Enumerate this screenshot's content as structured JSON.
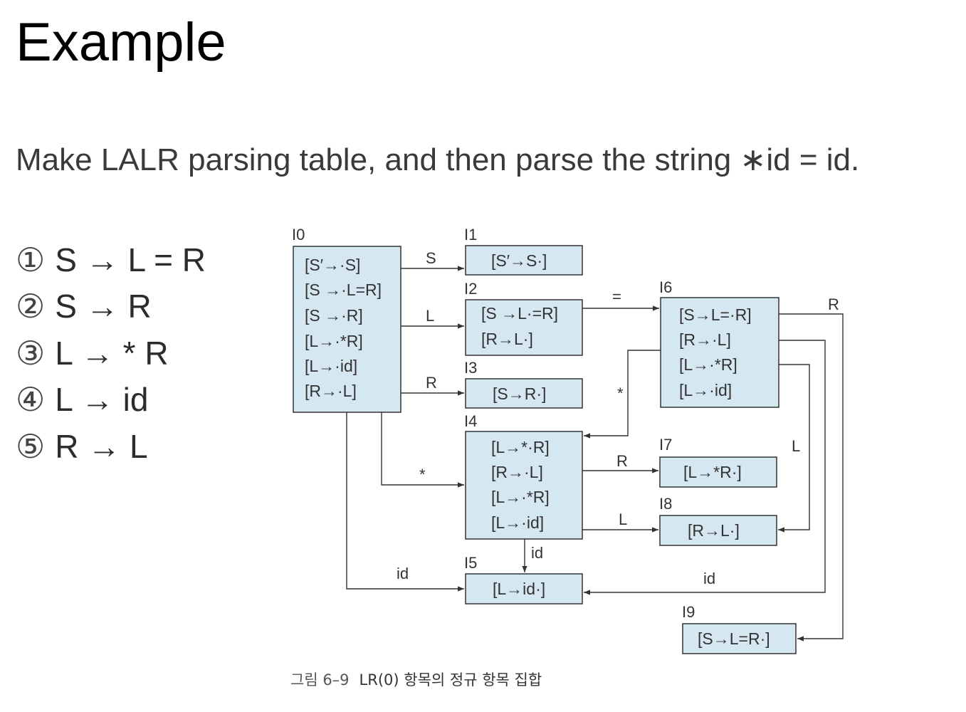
{
  "title": "Example",
  "subtitle": "Make LALR parsing table, and then parse the string ∗id = id.",
  "rules": [
    {
      "num": "①",
      "text": "S → L = R"
    },
    {
      "num": "②",
      "text": "S → R"
    },
    {
      "num": "③",
      "text": "L →  * R"
    },
    {
      "num": "④",
      "text": "L → id"
    },
    {
      "num": "⑤",
      "text": "R → L"
    }
  ],
  "states": {
    "I0": {
      "label": "I0",
      "items": [
        "[S′→·S]",
        "[S →·L=R]",
        "[S →·R]",
        "[L→·*R]",
        "[L→·id]",
        "[R→·L]"
      ]
    },
    "I1": {
      "label": "I1",
      "items": [
        "[S′→S·]"
      ]
    },
    "I2": {
      "label": "I2",
      "items": [
        "[S →L·=R]",
        "[R→L·]"
      ]
    },
    "I3": {
      "label": "I3",
      "items": [
        "[S→R·]"
      ]
    },
    "I4": {
      "label": "I4",
      "items": [
        "[L→*·R]",
        "[R→·L]",
        "[L→·*R]",
        "[L→·id]"
      ]
    },
    "I5": {
      "label": "I5",
      "items": [
        "[L→id·]"
      ]
    },
    "I6": {
      "label": "I6",
      "items": [
        "[S→L=·R]",
        "[R→·L]",
        "[L→·*R]",
        "[L→·id]"
      ]
    },
    "I7": {
      "label": "I7",
      "items": [
        "[L→*R·]"
      ]
    },
    "I8": {
      "label": "I8",
      "items": [
        "[R→L·]"
      ]
    },
    "I9": {
      "label": "I9",
      "items": [
        "[S→L=R·]"
      ]
    }
  },
  "transitions": [
    {
      "from": "I0",
      "to": "I1",
      "symbol": "S"
    },
    {
      "from": "I0",
      "to": "I2",
      "symbol": "L"
    },
    {
      "from": "I0",
      "to": "I3",
      "symbol": "R"
    },
    {
      "from": "I0",
      "to": "I4",
      "symbol": "*"
    },
    {
      "from": "I0",
      "to": "I5",
      "symbol": "id"
    },
    {
      "from": "I2",
      "to": "I6",
      "symbol": "="
    },
    {
      "from": "I4",
      "to": "I7",
      "symbol": "R"
    },
    {
      "from": "I4",
      "to": "I8",
      "symbol": "L"
    },
    {
      "from": "I4",
      "to": "I5",
      "symbol": "id"
    },
    {
      "from": "I6",
      "to": "I9",
      "symbol": "R"
    },
    {
      "from": "I6",
      "to": "I8",
      "symbol": "L"
    },
    {
      "from": "I6",
      "to": "I4",
      "symbol": "*"
    },
    {
      "from": "I6",
      "to": "I5",
      "symbol": "id"
    }
  ],
  "caption": {
    "label": "그림 6–9",
    "text": "LR(0) 항목의 정규 항목 집합"
  },
  "colors": {
    "box_fill": "#d5e7f0",
    "box_stroke": "#333333",
    "line": "#333333"
  }
}
